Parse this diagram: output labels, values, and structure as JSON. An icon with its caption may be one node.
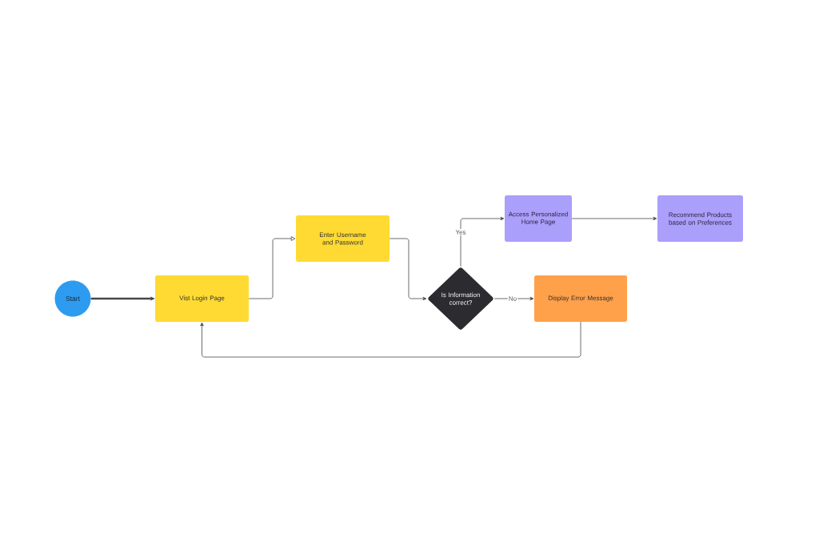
{
  "diagram": {
    "nodes": [
      {
        "text": [
          "Start"
        ]
      },
      {
        "text": [
          "Vist Login Page"
        ]
      },
      {
        "text": [
          "Enter Username and Password"
        ]
      },
      {
        "text": [
          "Is Information correct?"
        ]
      },
      {
        "text": [
          "Access Personalized Home Page"
        ]
      },
      {
        "text": [
          "Recommend Products based on Preferences"
        ]
      },
      {
        "text": [
          "Display Error Message"
        ]
      }
    ],
    "edges": [
      {
        "from": 0,
        "to": 1,
        "arrow": "to",
        "style": "thick"
      },
      {
        "from": 1,
        "to": 2,
        "arrow": "to"
      },
      {
        "from": 2,
        "to": 3,
        "arrow": "to"
      },
      {
        "from": 3,
        "to": 4,
        "arrow": "to",
        "label": "Yes"
      },
      {
        "from": 4,
        "to": 5,
        "arrow": "to"
      },
      {
        "from": 3,
        "to": 6,
        "arrow": "to",
        "label": "No"
      },
      {
        "from": 6,
        "to": 1,
        "arrow": "to"
      }
    ]
  }
}
